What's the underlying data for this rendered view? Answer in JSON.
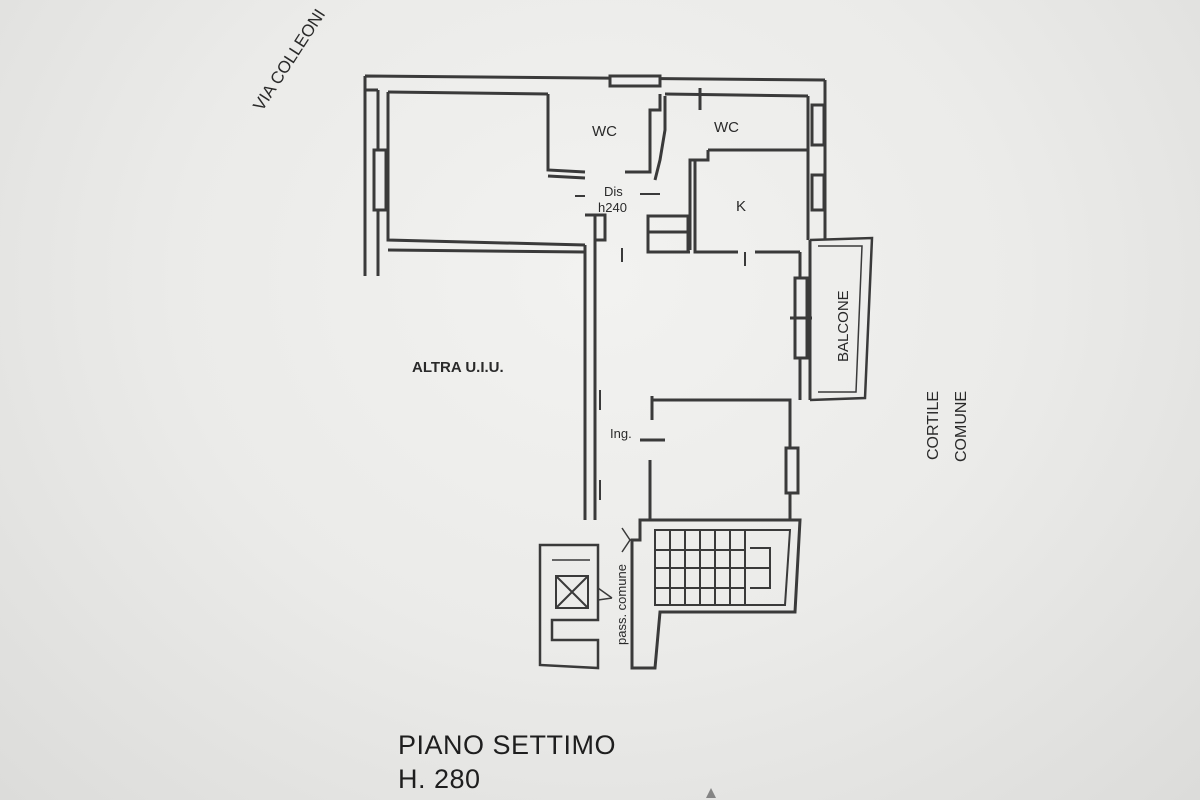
{
  "plan": {
    "street_label": "VIA COLLEONI",
    "rooms": {
      "wc_1": "WC",
      "wc_2": "WC",
      "disimpegno": "Dis",
      "disimpegno_height": "h240",
      "kitchen": "K",
      "balcony": "BALCONE",
      "other_unit": "ALTRA U.I.U.",
      "entrance": "Ing.",
      "common_passage": "pass. comune"
    },
    "courtyard": {
      "line1": "CORTILE",
      "line2": "COMUNE"
    }
  },
  "footer": {
    "floor_name": "PIANO SETTIMO",
    "floor_height": "H. 280"
  }
}
